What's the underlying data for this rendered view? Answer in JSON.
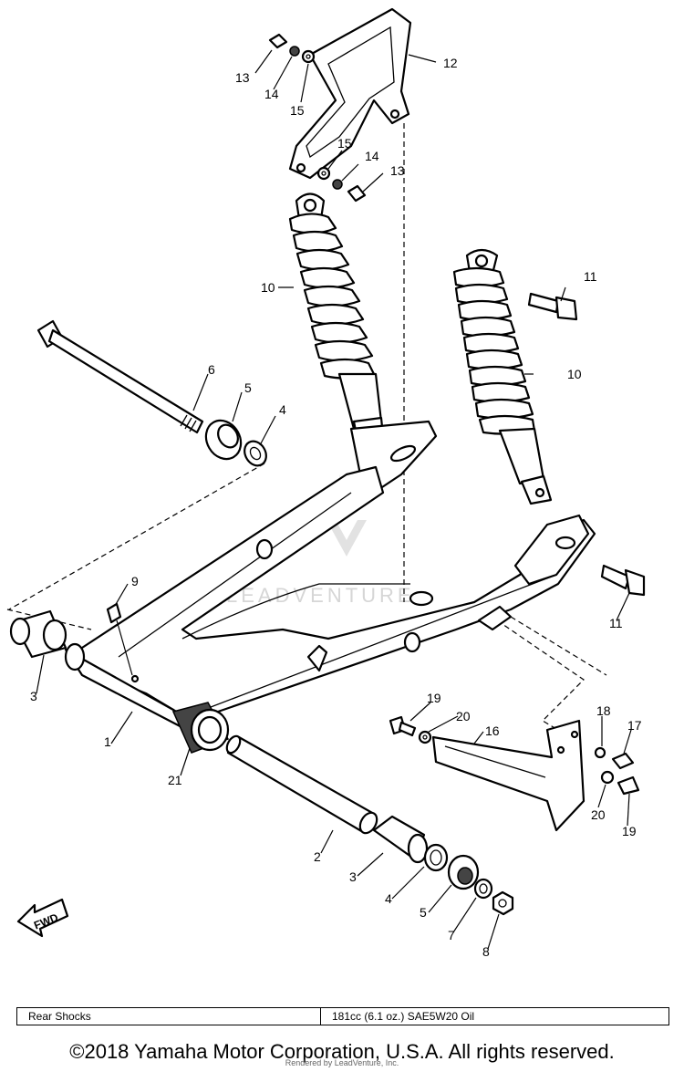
{
  "diagram": {
    "watermark_text": "LEADVENTURE",
    "fwd_label": "FWD",
    "callouts": [
      "1",
      "2",
      "3",
      "3",
      "4",
      "4",
      "5",
      "5",
      "6",
      "7",
      "8",
      "9",
      "10",
      "10",
      "11",
      "11",
      "12",
      "13",
      "13",
      "14",
      "14",
      "15",
      "15",
      "16",
      "17",
      "18",
      "19",
      "19",
      "20",
      "20",
      "21"
    ]
  },
  "spec_table": {
    "label": "Rear Shocks",
    "value": "181cc (6.1 oz.) SAE5W20 Oil"
  },
  "footer": {
    "copyright": "©2018 Yamaha Motor Corporation, U.S.A. All rights reserved.",
    "rendered_by": "Rendered by LeadVenture, Inc."
  }
}
